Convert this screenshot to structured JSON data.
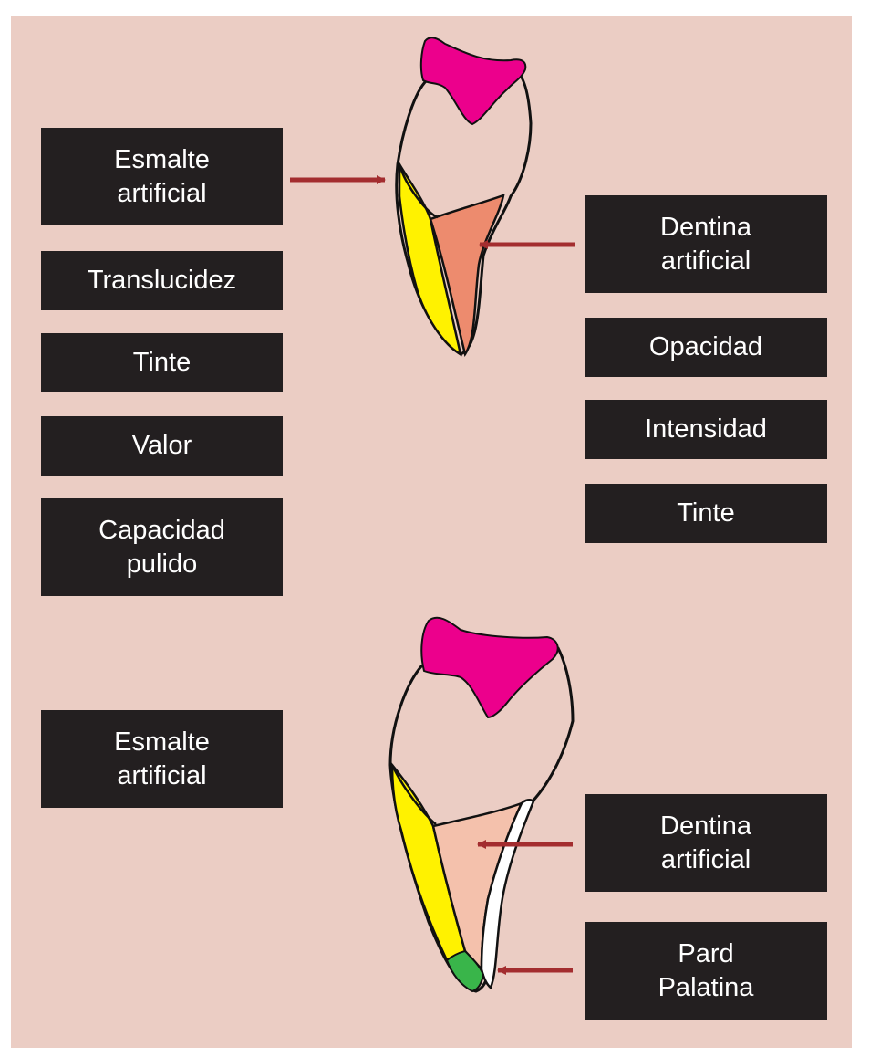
{
  "colors": {
    "background": "#ebcdc4",
    "label_box": "#231f20",
    "label_text": "#ffffff",
    "arrow": "#a32d2f",
    "pulp": "#ec008c",
    "enamel": "#fff200",
    "dentin_top": "#ed8b6e",
    "dentin_bottom": "#f4c1ac",
    "palatal_wall": "#ffffff",
    "incisal_tip": "#39b54a"
  },
  "top_diagram": {
    "left_labels": {
      "enamel": {
        "line1": "Esmalte",
        "line2": "artificial"
      },
      "properties": [
        "Translucidez",
        "Tinte",
        "Valor"
      ],
      "polish": {
        "line1": "Capacidad",
        "line2": "pulido"
      }
    },
    "right_labels": {
      "dentin": {
        "line1": "Dentina",
        "line2": "artificial"
      },
      "properties": [
        "Opacidad",
        "Intensidad",
        "Tinte"
      ]
    }
  },
  "bottom_diagram": {
    "left_labels": {
      "enamel": {
        "line1": "Esmalte",
        "line2": "artificial"
      }
    },
    "right_labels": {
      "dentin": {
        "line1": "Dentina",
        "line2": "artificial"
      },
      "palatal": {
        "line1": "Pard",
        "line2": "Palatina"
      }
    }
  }
}
